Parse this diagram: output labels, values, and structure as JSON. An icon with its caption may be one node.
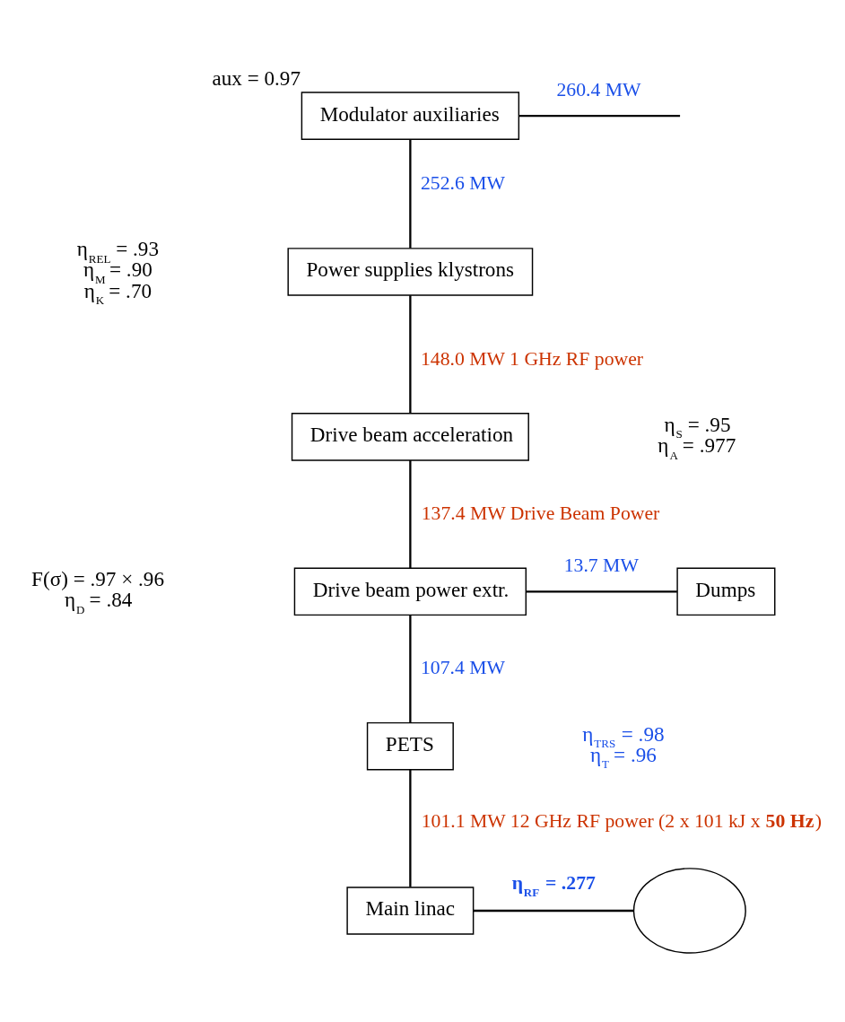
{
  "diagram": {
    "nodes": [
      {
        "text": [
          "Modulator auxiliaries"
        ],
        "beside": [
          "aux = 0.97"
        ]
      },
      {
        "text": [
          "Power supplies klystrons"
        ],
        "beside": [
          "η$_{REL}$ = .93",
          "η$_{M}$ = .90",
          "η$_{K}$ = .70"
        ]
      },
      {
        "text": [
          "Drive beam acceleration"
        ],
        "beside": [
          "η$_{S}$ = .95",
          "η$_{A}$ = .977"
        ]
      },
      {
        "text": [
          "Drive beam power extr."
        ],
        "beside": [
          "F(σ) = .97 × .96",
          "η$_{D}$ = .84"
        ]
      },
      {
        "text": [
          "Dumps"
        ]
      },
      {
        "text": [
          "PETS"
        ],
        "beside": [
          "η$_{TRS}$ = .98",
          "η$_{T}$ = .96"
        ]
      },
      {
        "text": [
          "Main linac"
        ]
      },
      {
        "text": [],
        "shape": "ellipse"
      }
    ],
    "edges": [
      {
        "from": 0,
        "to": 1,
        "arrow": "none",
        "label": "252.6 MW"
      },
      {
        "from": 0,
        "to": null,
        "arrow": "none",
        "label": "260.4 MW"
      },
      {
        "from": 1,
        "to": 2,
        "arrow": "none",
        "label": "148.0 MW 1 GHz RF power"
      },
      {
        "from": 2,
        "to": 3,
        "arrow": "none",
        "label": "137.4 MW Drive Beam Power"
      },
      {
        "from": 3,
        "to": 4,
        "arrow": "none",
        "label": "13.7 MW"
      },
      {
        "from": 3,
        "to": 5,
        "arrow": "none",
        "label": "107.4 MW"
      },
      {
        "from": 5,
        "to": 6,
        "arrow": "none",
        "label": "101.1 MW 12 GHz RF power (2 x 101 kJ x **50 Hz**)"
      },
      {
        "from": 6,
        "to": 7,
        "arrow": "none",
        "label": "η$_{RF}$ = .277"
      }
    ]
  }
}
